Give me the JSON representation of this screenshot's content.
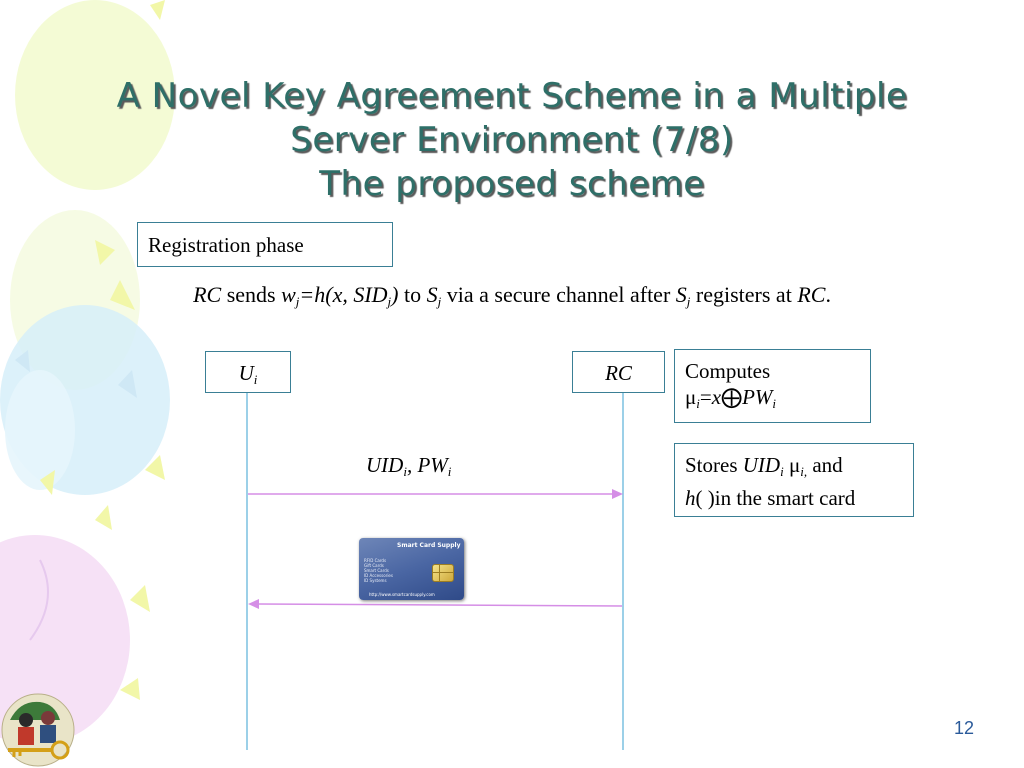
{
  "title": {
    "line1": "A Novel Key Agreement Scheme in a Multiple",
    "line2": "Server Environment (7/8)",
    "line3": "The proposed scheme"
  },
  "phase_box": {
    "label": "Registration phase"
  },
  "rc_sends": {
    "rc": "RC",
    "sends": " sends ",
    "w": "w",
    "w_sub": "j",
    "eq": "=h(x, SID",
    "sid_sub": "j",
    "close": ")",
    "to": " to ",
    "s": "S",
    "s_sub": "j",
    "via": " via a secure channel after ",
    "s2": "S",
    "s2_sub": "j",
    "registers": " registers at ",
    "rc2": "RC",
    "period": "."
  },
  "entities": {
    "user": {
      "name": "U",
      "sub": "i"
    },
    "rc": {
      "name": "RC"
    }
  },
  "message": {
    "uid": "UID",
    "uid_sub": "i",
    "sep": ", ",
    "pw": "PW",
    "pw_sub": "i"
  },
  "computes_box": {
    "label": "Computes",
    "mu": "μ",
    "mu_sub": "i",
    "eq": "=",
    "x": "x",
    "xor": "⨁",
    "pw": "PW",
    "pw_sub": "i"
  },
  "stores_box": {
    "stores": "Stores ",
    "uid": "UID",
    "uid_sub": "i",
    "mu": "μ",
    "mu_sub": "i,",
    "and": " and",
    "h": "h",
    "rest": "( )in the smart card"
  },
  "smart_card": {
    "title": "Smart Card Supply",
    "lines": [
      "RFID Cards",
      "Gift Cards",
      "Smart Cards",
      "ID Accessories",
      "ID Systems"
    ],
    "url": "http://www.smartcardsupply.com"
  },
  "page_number": "12",
  "colors": {
    "title": "#2e6f68",
    "box_border": "#3a7f95",
    "lifeline": "#5ab0d8",
    "arrow": "#d58ee6",
    "page_number": "#2a5a9a"
  },
  "icons": {
    "decoration": "balloons-decoration",
    "logo": "key-people-logo-icon"
  }
}
